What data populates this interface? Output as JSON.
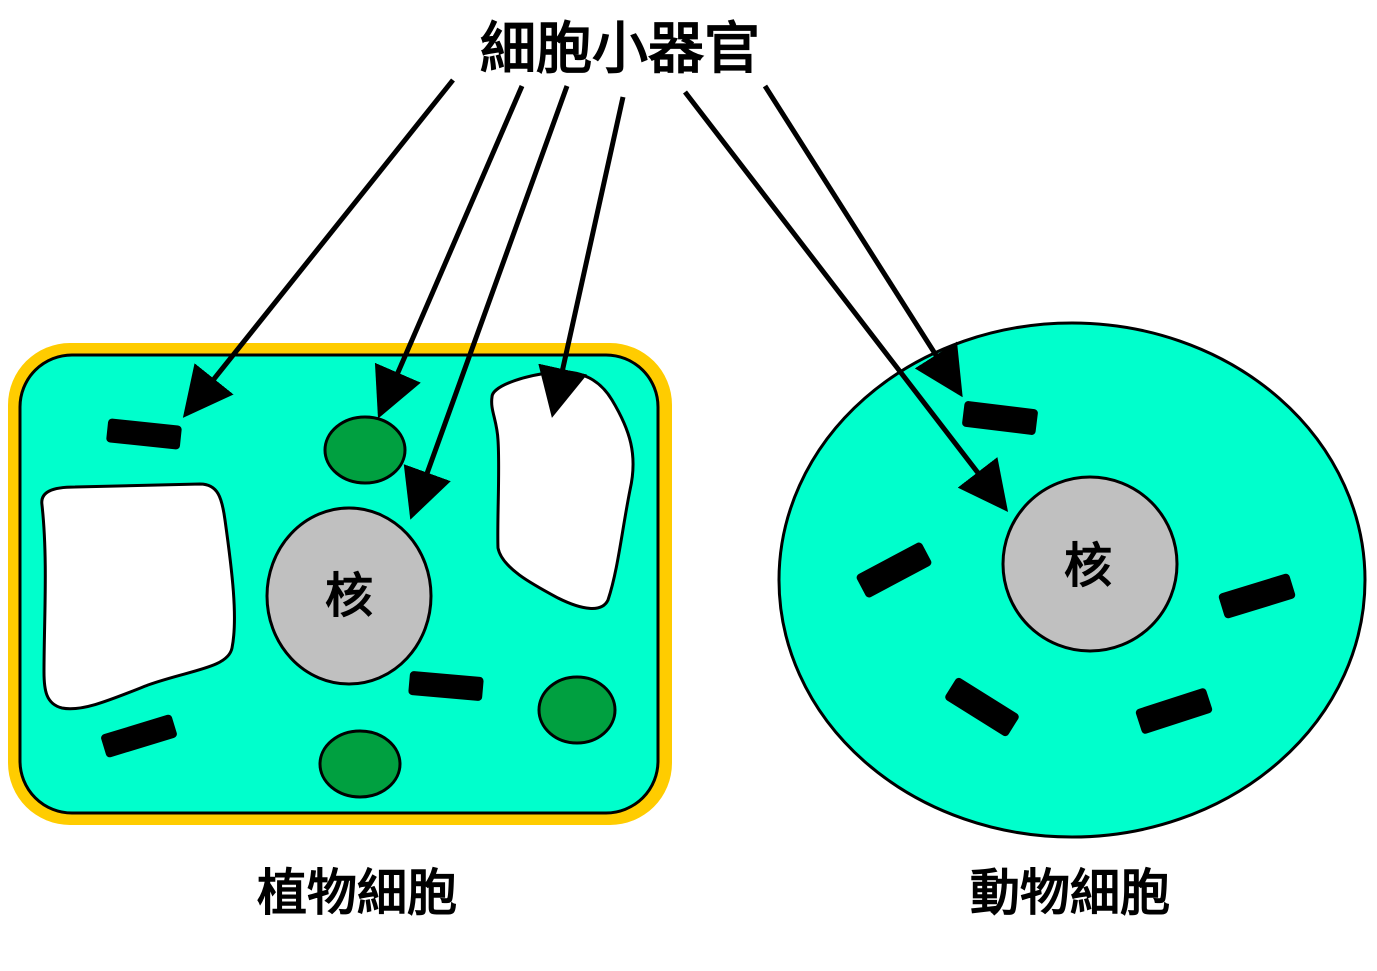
{
  "title": "細胞小器官",
  "plant_cell": {
    "label": "植物細胞",
    "nucleus_label": "核"
  },
  "animal_cell": {
    "label": "動物細胞",
    "nucleus_label": "核"
  },
  "colors": {
    "cytoplasm": "#00FFCC",
    "cell_wall": "#FFCC00",
    "chloroplast": "#00A040",
    "nucleus": "#C0C0C0",
    "vacuole": "#FFFFFF",
    "mitochondria": "#000000",
    "outline": "#000000"
  }
}
